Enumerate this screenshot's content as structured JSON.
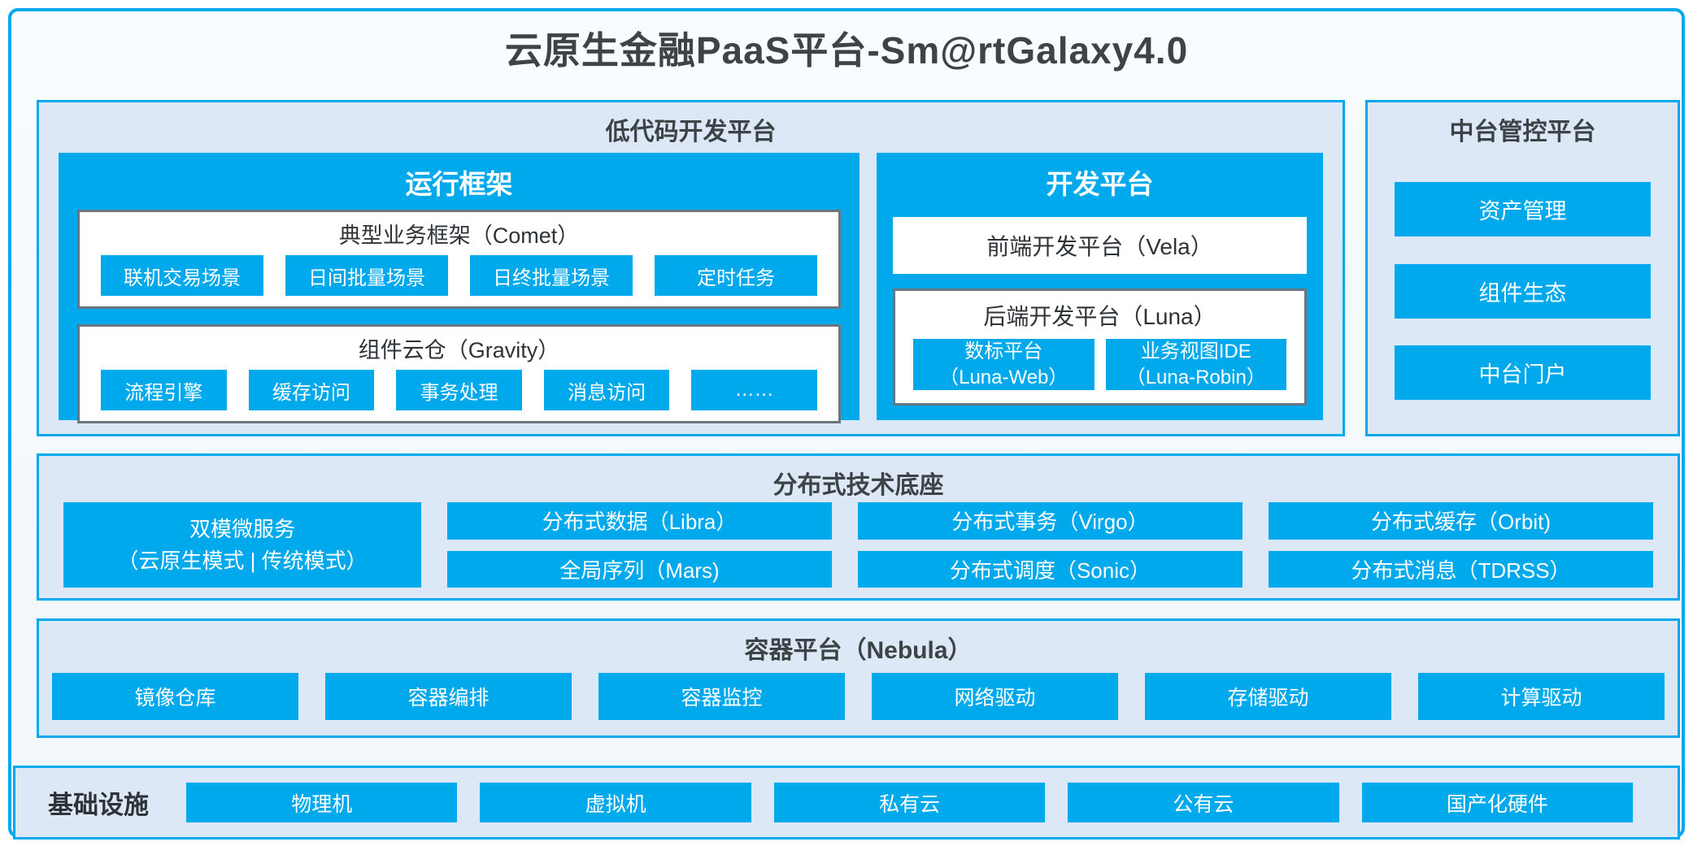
{
  "title": "云原生金融PaaS平台-Sm@rtGalaxy4.0",
  "colors": {
    "accent": "#00A8EC",
    "panel_background": "#DCE8F5",
    "inner_border_gray": "#6A7580",
    "dark_text": "#3E4347"
  },
  "lowcode": {
    "header": "低代码开发平台",
    "runtime": {
      "title": "运行框架",
      "comet": {
        "title": "典型业务框架（Comet）",
        "items": [
          "联机交易场景",
          "日间批量场景",
          "日终批量场景",
          "定时任务"
        ]
      },
      "gravity": {
        "title": "组件云仓（Gravity）",
        "items": [
          "流程引擎",
          "缓存访问",
          "事务处理",
          "消息访问",
          "……"
        ]
      }
    },
    "dev": {
      "title": "开发平台",
      "frontend": "前端开发平台（Vela）",
      "backend": {
        "title": "后端开发平台（Luna）",
        "items": [
          {
            "line1": "数标平台",
            "line2": "（Luna-Web）"
          },
          {
            "line1": "业务视图IDE",
            "line2": "（Luna-Robin）"
          }
        ]
      }
    }
  },
  "midplatform": {
    "header": "中台管控平台",
    "items": [
      "资产管理",
      "组件生态",
      "中台门户"
    ]
  },
  "distributed": {
    "header": "分布式技术底座",
    "dual_mode": {
      "line1": "双模微服务",
      "line2": "（云原生模式 | 传统模式）"
    },
    "columns": [
      [
        "分布式数据（Libra）",
        "全局序列（Mars)"
      ],
      [
        "分布式事务（Virgo）",
        "分布式调度（Sonic）"
      ],
      [
        "分布式缓存（Orbit)",
        "分布式消息（TDRSS）"
      ]
    ]
  },
  "container": {
    "header": "容器平台（Nebula）",
    "items": [
      "镜像仓库",
      "容器编排",
      "容器监控",
      "网络驱动",
      "存储驱动",
      "计算驱动"
    ]
  },
  "infrastructure": {
    "label": "基础设施",
    "items": [
      "物理机",
      "虚拟机",
      "私有云",
      "公有云",
      "国产化硬件"
    ]
  }
}
